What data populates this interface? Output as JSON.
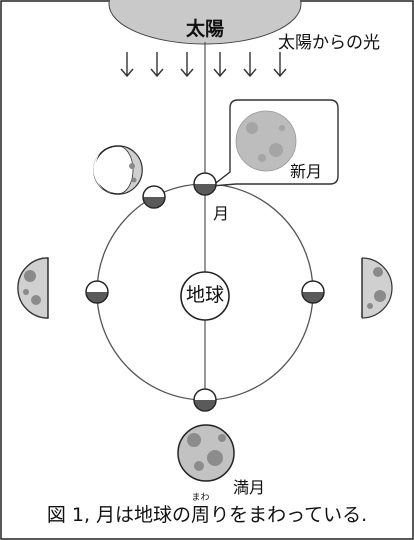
{
  "diagram": {
    "sun_label": "太陽",
    "sunlight_label": "太陽からの光",
    "new_moon_label": "新月",
    "moon_label": "月",
    "earth_label": "地球",
    "full_moon_label": "満月"
  },
  "caption": {
    "before": "図 1, 月は地球の",
    "ruby_base": "周",
    "ruby_reading": "まわ",
    "after": "りをまわっている."
  },
  "colors": {
    "sun_fill": "#c9c9c9",
    "moon_gray": "#bdbdbd",
    "moon_dark": "#5a5a5a",
    "orbit_stroke": "#555555"
  }
}
